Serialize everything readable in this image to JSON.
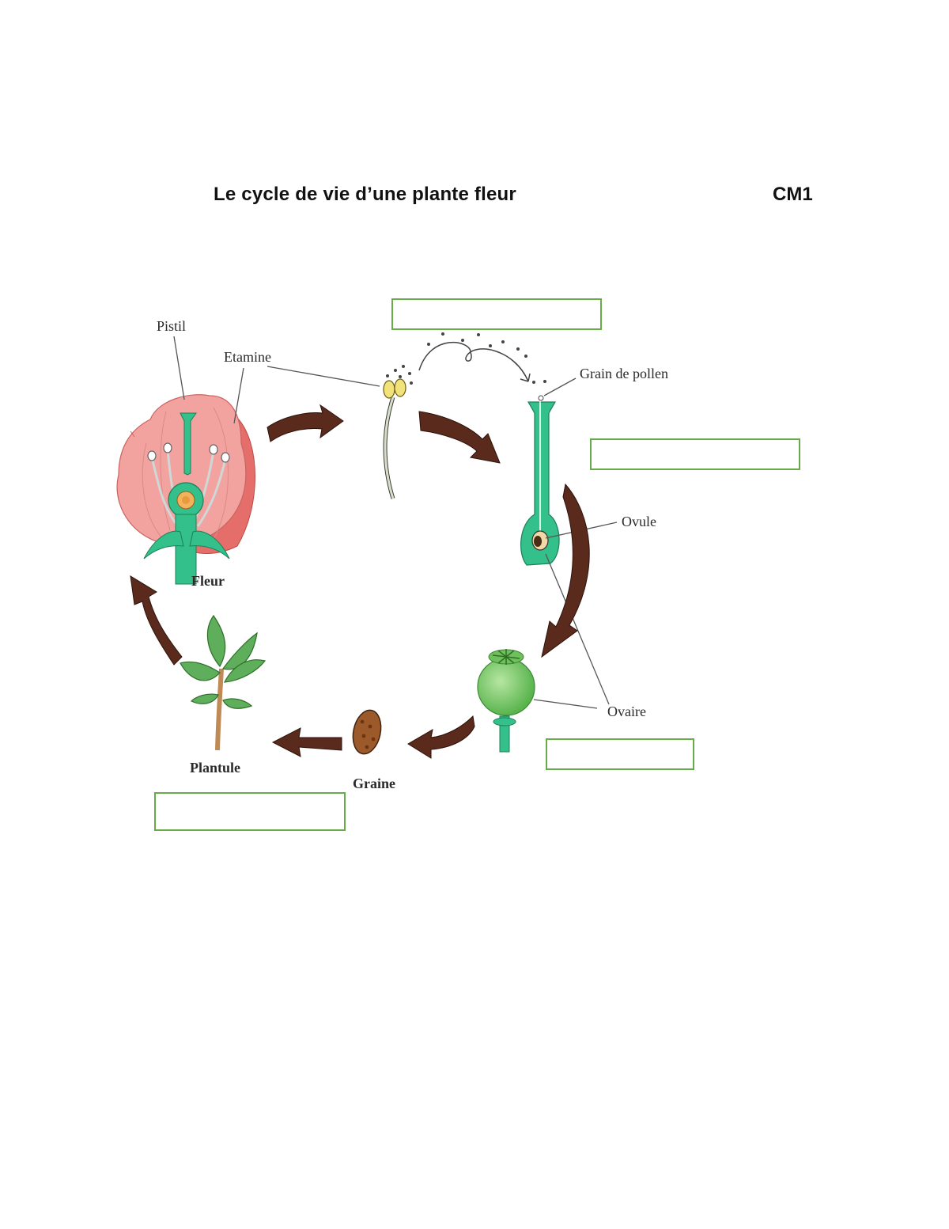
{
  "header": {
    "title": "Le cycle de vie d’une plante  fleur",
    "level": "CM1"
  },
  "diagram": {
    "labels": {
      "pistil": "Pistil",
      "etamine": "Etamine",
      "grain_de_pollen": "Grain de pollen",
      "ovule": "Ovule",
      "ovaire": "Ovaire",
      "fleur": "Fleur",
      "plantule": "Plantule",
      "graine": "Graine"
    },
    "answer_boxes": [
      "",
      "",
      "",
      ""
    ],
    "colors": {
      "petal": "#ef8f8c",
      "pistil": "#33c08a",
      "arrow": "#5a2a1c",
      "leaf": "#5fae5b",
      "box_border": "#6aab49"
    }
  }
}
